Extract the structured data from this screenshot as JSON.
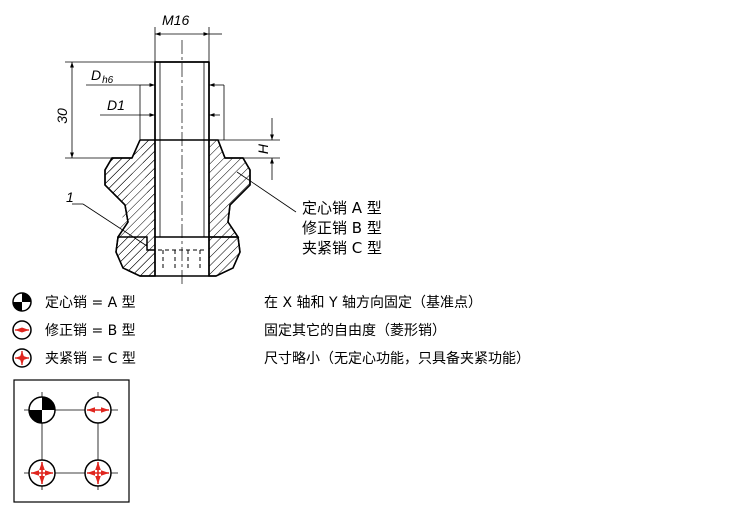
{
  "dimensions": {
    "thread": "M16",
    "d_main": "D",
    "d_sub": "h6",
    "d1": "D1",
    "length": "30",
    "height": "H",
    "callout": "1"
  },
  "variants_right": [
    "定心销  A 型",
    "修正销  B 型",
    "夹紧销  C 型"
  ],
  "legend": [
    {
      "label": "定心销 = A 型",
      "description": "在 X 轴和 Y 轴方向固定（基准点）",
      "icon": "centering-pin-icon"
    },
    {
      "label": "修正销 = B 型",
      "description": "固定其它的自由度（菱形销）",
      "icon": "correction-pin-icon"
    },
    {
      "label": "夹紧销 = C 型",
      "description": "尺寸略小（无定心功能，只具备夹紧功能）",
      "icon": "clamping-pin-icon"
    }
  ],
  "colors": {
    "line": "#000000",
    "arrow": "#e0261f",
    "hatch": "#000000"
  }
}
